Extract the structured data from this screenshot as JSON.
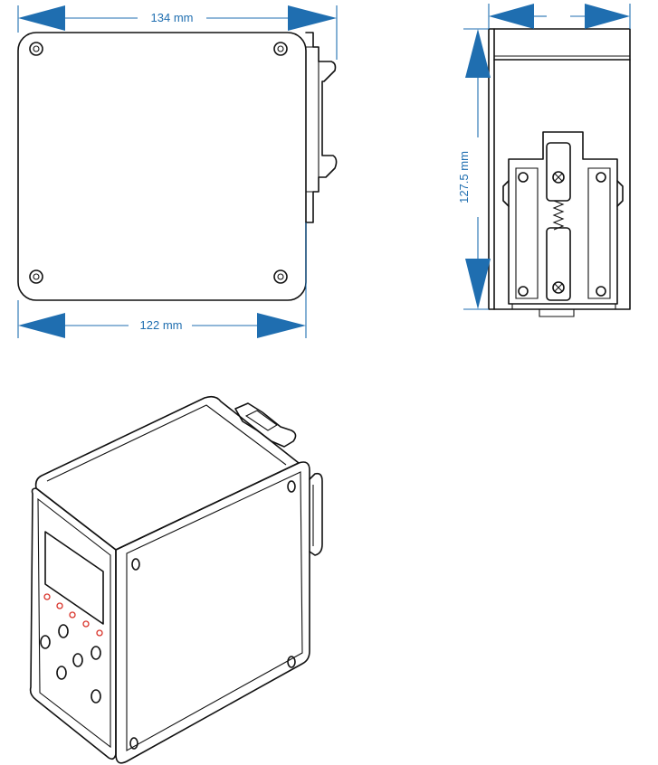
{
  "dimensions": {
    "front_width": "134 mm",
    "back_width": "122 mm",
    "side_height": "127.5 mm"
  },
  "colors": {
    "dimension_arrow": "#1f6eb0",
    "outline": "#111111",
    "led": "#d9332a",
    "background": "#ffffff"
  }
}
